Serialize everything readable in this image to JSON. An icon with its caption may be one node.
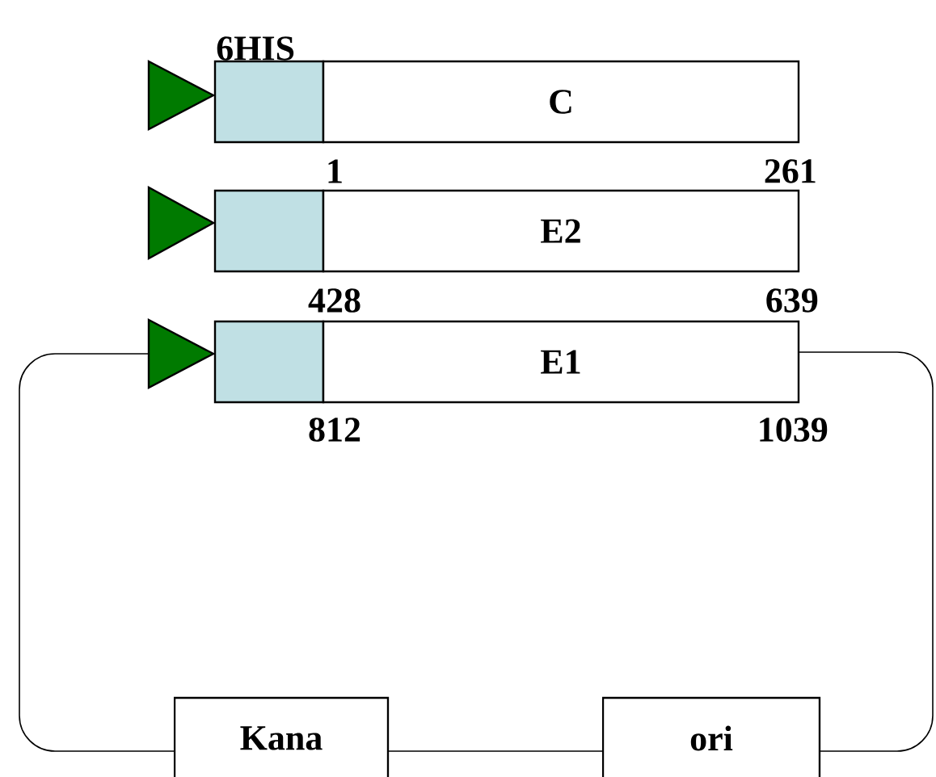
{
  "diagram": {
    "nodes": [
      {
        "text": [],
        "shape": "triangle"
      },
      {
        "text": [
          "6HIS"
        ]
      },
      {
        "text": [
          "C"
        ]
      },
      {
        "text": [],
        "shape": "triangle"
      },
      {
        "text": [],
        "shape": "box"
      },
      {
        "text": [
          "E2"
        ]
      },
      {
        "text": [],
        "shape": "triangle"
      },
      {
        "text": [],
        "shape": "box"
      },
      {
        "text": [
          "E1"
        ]
      },
      {
        "text": [
          "Kana"
        ]
      },
      {
        "text": [
          "ori"
        ]
      }
    ],
    "edges": [
      {
        "from": 8,
        "to": 10,
        "arrow": "none"
      },
      {
        "from": 10,
        "to": 9,
        "arrow": "none"
      },
      {
        "from": 9,
        "to": 6,
        "arrow": "none"
      }
    ],
    "labels": [
      "1",
      "261",
      "428",
      "639",
      "812",
      "1039"
    ]
  }
}
